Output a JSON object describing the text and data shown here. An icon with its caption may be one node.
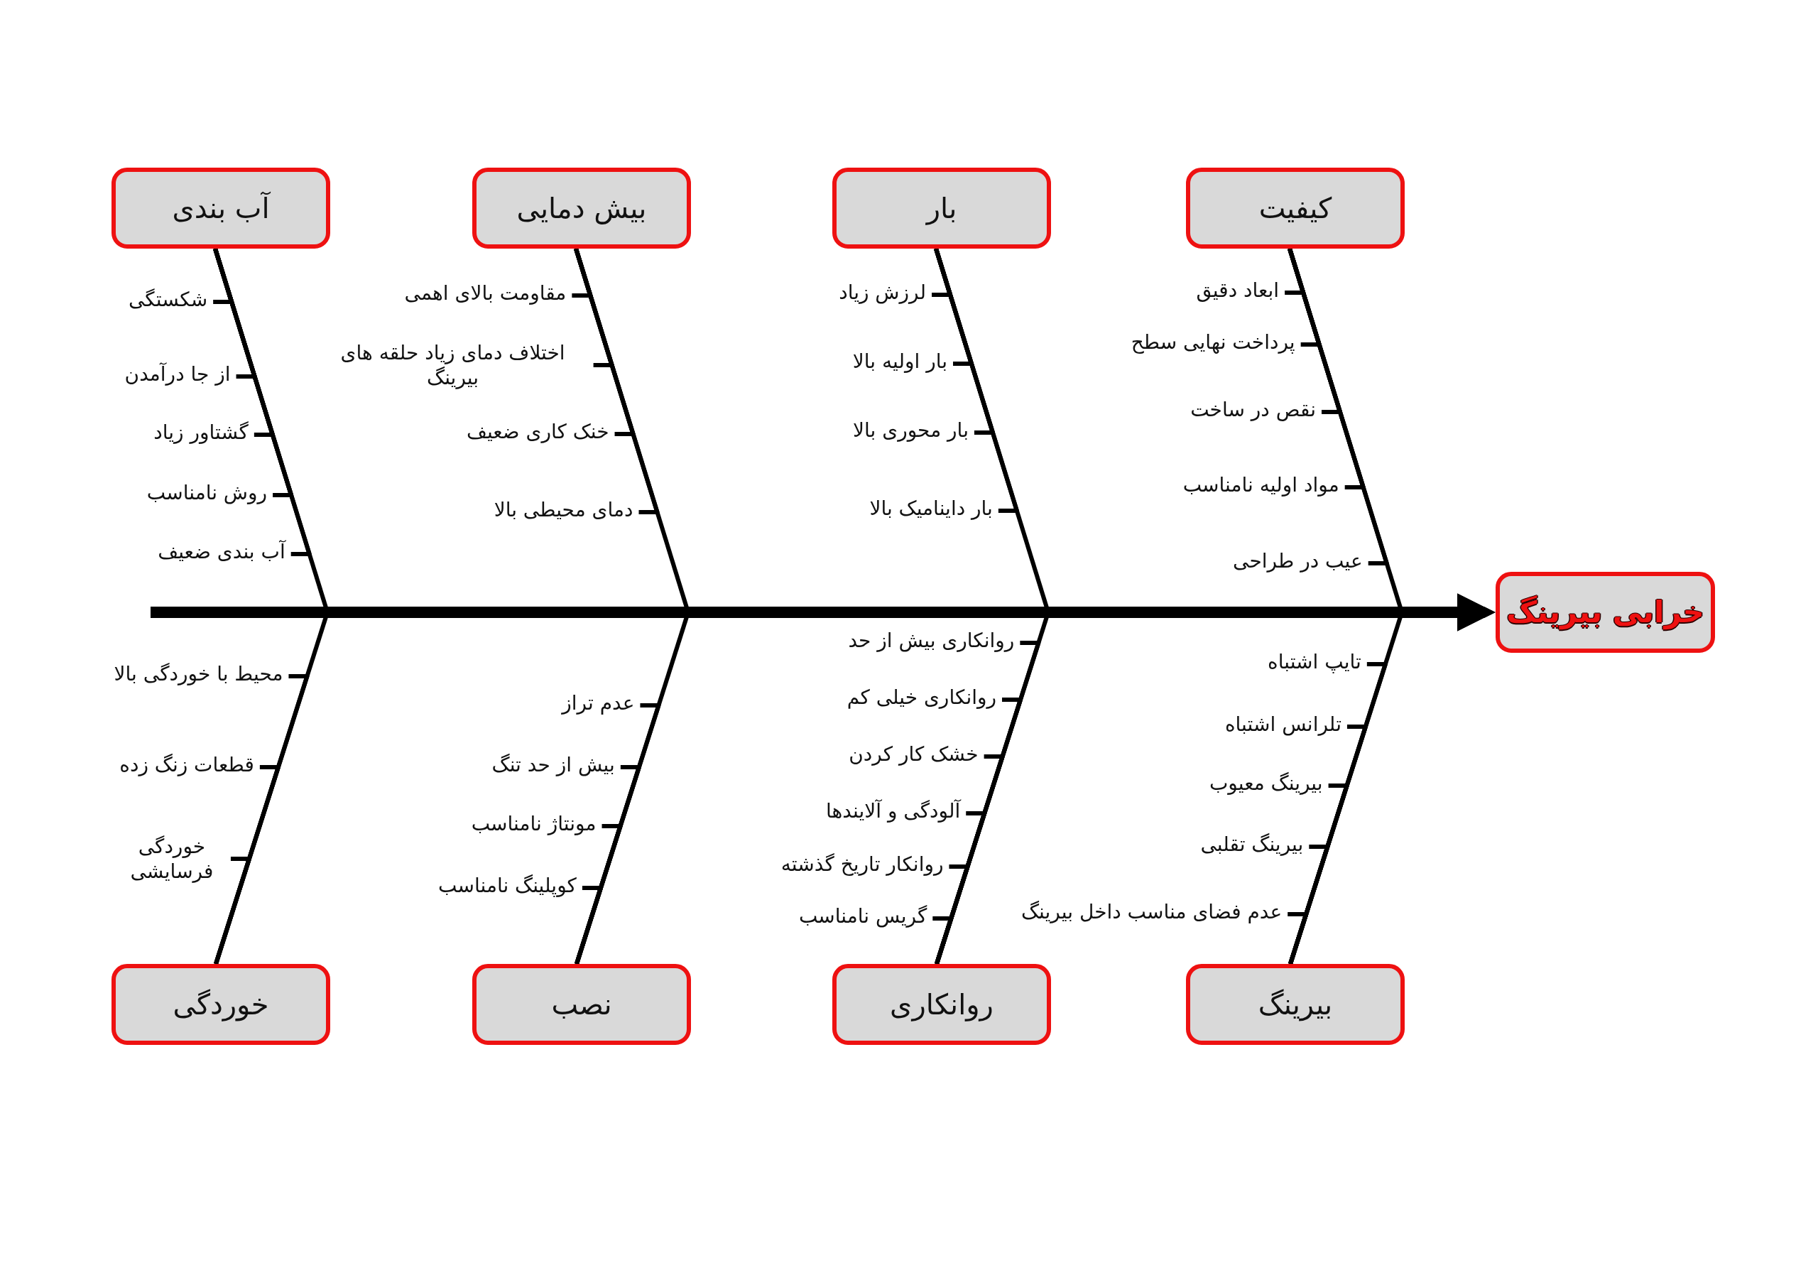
{
  "diagram": {
    "nodes": [
      {
        "text": [
          "خرابی بیرینگ"
        ]
      },
      {
        "text": [
          "کیفیت"
        ]
      },
      {
        "text": [
          "ابعاد دقیق"
        ]
      },
      {
        "text": [
          "پرداخت نهایی سطح"
        ]
      },
      {
        "text": [
          "نقص در ساخت"
        ]
      },
      {
        "text": [
          "مواد اولیه نامناسب"
        ]
      },
      {
        "text": [
          "عیب در طراحی"
        ]
      },
      {
        "text": [
          "بار"
        ]
      },
      {
        "text": [
          "لرزش زیاد"
        ]
      },
      {
        "text": [
          "بار اولیه بالا"
        ]
      },
      {
        "text": [
          "بار محوری بالا"
        ]
      },
      {
        "text": [
          "بار داینامیک بالا"
        ]
      },
      {
        "text": [
          "بیش دمایی"
        ]
      },
      {
        "text": [
          "مقاومت بالای اهمی"
        ]
      },
      {
        "text": [
          "اختلاف دمای زیاد حلقه های بیرینگ"
        ]
      },
      {
        "text": [
          "خنک کاری ضعیف"
        ]
      },
      {
        "text": [
          "دمای محیطی بالا"
        ]
      },
      {
        "text": [
          "آب بندی"
        ]
      },
      {
        "text": [
          "شکستگی"
        ]
      },
      {
        "text": [
          "از جا درآمدن"
        ]
      },
      {
        "text": [
          "گشتاور زیاد"
        ]
      },
      {
        "text": [
          "روش نامناسب"
        ]
      },
      {
        "text": [
          "آب بندی ضعیف"
        ]
      },
      {
        "text": [
          "بیرینگ"
        ]
      },
      {
        "text": [
          "تایپ اشتباه"
        ]
      },
      {
        "text": [
          "تلرانس اشتباه"
        ]
      },
      {
        "text": [
          "بیرینگ معیوب"
        ]
      },
      {
        "text": [
          "بیرینگ تقلبی"
        ]
      },
      {
        "text": [
          "عدم فضای مناسب داخل بیرینگ"
        ]
      },
      {
        "text": [
          "روانکاری"
        ]
      },
      {
        "text": [
          "روانکاری بیش از حد"
        ]
      },
      {
        "text": [
          "روانکاری خیلی کم"
        ]
      },
      {
        "text": [
          "خشک کار کردن"
        ]
      },
      {
        "text": [
          "آلودگی و آلایندها"
        ]
      },
      {
        "text": [
          "روانکار تاریخ گذشته"
        ]
      },
      {
        "text": [
          "گریس نامناسب"
        ]
      },
      {
        "text": [
          "نصب"
        ]
      },
      {
        "text": [
          "عدم تراز"
        ]
      },
      {
        "text": [
          "بیش از حد تنگ"
        ]
      },
      {
        "text": [
          "مونتاژ نامناسب"
        ]
      },
      {
        "text": [
          "کوپلینگ نامناسب"
        ]
      },
      {
        "text": [
          "خوردگی"
        ]
      },
      {
        "text": [
          "محیط با خوردگی بالا"
        ]
      },
      {
        "text": [
          "قطعات زنگ زده"
        ]
      },
      {
        "text": [
          "خوردگی فرسایشی"
        ]
      }
    ],
    "edges": [
      {
        "from": null,
        "to": 0,
        "arrow": "to",
        "style": "thick"
      },
      {
        "from": 1,
        "to": 0,
        "arrow": "to",
        "style": "thick"
      },
      {
        "from": 7,
        "to": 0,
        "arrow": "to",
        "style": "thick"
      },
      {
        "from": 12,
        "to": 0,
        "arrow": "to",
        "style": "thick"
      },
      {
        "from": 17,
        "to": 0,
        "arrow": "to",
        "style": "thick"
      },
      {
        "from": 23,
        "to": 0,
        "arrow": "to",
        "style": "thick"
      },
      {
        "from": 29,
        "to": 0,
        "arrow": "to",
        "style": "thick"
      },
      {
        "from": 36,
        "to": 0,
        "arrow": "to",
        "style": "thick"
      },
      {
        "from": 41,
        "to": 0,
        "arrow": "to",
        "style": "thick"
      },
      {
        "from": 2,
        "to": 1,
        "arrow": "none"
      },
      {
        "from": 3,
        "to": 1,
        "arrow": "none"
      },
      {
        "from": 4,
        "to": 1,
        "arrow": "none"
      },
      {
        "from": 5,
        "to": 1,
        "arrow": "none"
      },
      {
        "from": 6,
        "to": 1,
        "arrow": "none"
      },
      {
        "from": 8,
        "to": 7,
        "arrow": "none"
      },
      {
        "from": 9,
        "to": 7,
        "arrow": "none"
      },
      {
        "from": 10,
        "to": 7,
        "arrow": "none"
      },
      {
        "from": 11,
        "to": 7,
        "arrow": "none"
      },
      {
        "from": 13,
        "to": 12,
        "arrow": "none"
      },
      {
        "from": 14,
        "to": 12,
        "arrow": "none"
      },
      {
        "from": 15,
        "to": 12,
        "arrow": "none"
      },
      {
        "from": 16,
        "to": 12,
        "arrow": "none"
      },
      {
        "from": 18,
        "to": 17,
        "arrow": "none"
      },
      {
        "from": 19,
        "to": 17,
        "arrow": "none"
      },
      {
        "from": 20,
        "to": 17,
        "arrow": "none"
      },
      {
        "from": 21,
        "to": 17,
        "arrow": "none"
      },
      {
        "from": 22,
        "to": 17,
        "arrow": "none"
      },
      {
        "from": 24,
        "to": 23,
        "arrow": "none"
      },
      {
        "from": 25,
        "to": 23,
        "arrow": "none"
      },
      {
        "from": 26,
        "to": 23,
        "arrow": "none"
      },
      {
        "from": 27,
        "to": 23,
        "arrow": "none"
      },
      {
        "from": 28,
        "to": 23,
        "arrow": "none"
      },
      {
        "from": 30,
        "to": 29,
        "arrow": "none"
      },
      {
        "from": 31,
        "to": 29,
        "arrow": "none"
      },
      {
        "from": 32,
        "to": 29,
        "arrow": "none"
      },
      {
        "from": 33,
        "to": 29,
        "arrow": "none"
      },
      {
        "from": 34,
        "to": 29,
        "arrow": "none"
      },
      {
        "from": 35,
        "to": 29,
        "arrow": "none"
      },
      {
        "from": 37,
        "to": 36,
        "arrow": "none"
      },
      {
        "from": 38,
        "to": 36,
        "arrow": "none"
      },
      {
        "from": 39,
        "to": 36,
        "arrow": "none"
      },
      {
        "from": 40,
        "to": 36,
        "arrow": "none"
      },
      {
        "from": 42,
        "to": 41,
        "arrow": "none"
      },
      {
        "from": 43,
        "to": 41,
        "arrow": "none"
      },
      {
        "from": 44,
        "to": 41,
        "arrow": "none"
      }
    ]
  }
}
